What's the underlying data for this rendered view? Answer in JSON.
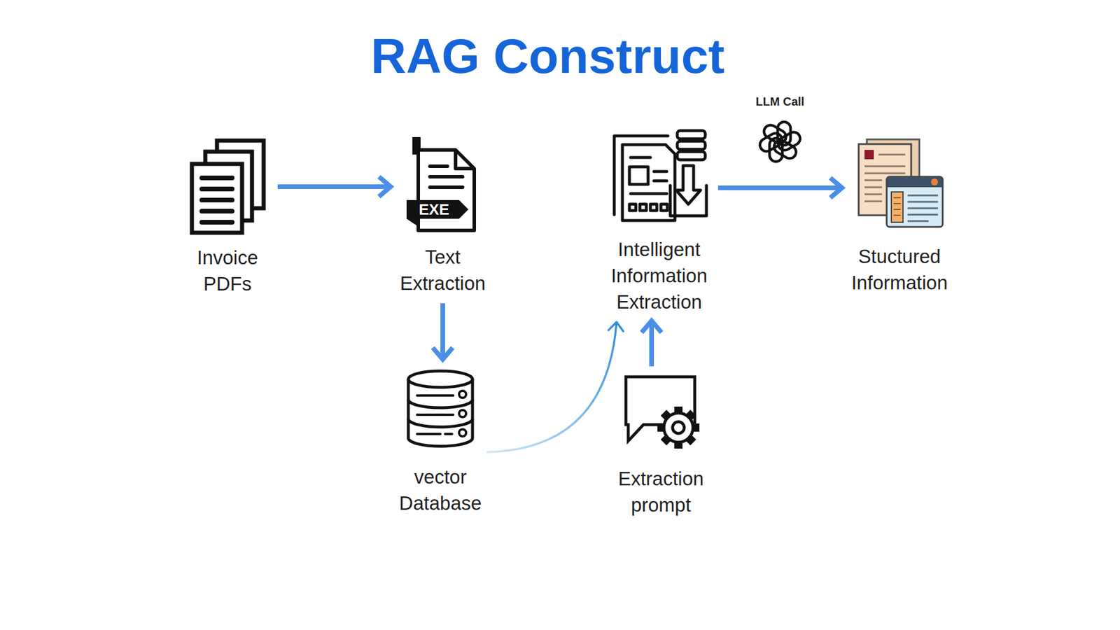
{
  "diagram": {
    "title": "RAG Construct",
    "nodes": [
      {
        "text": [
          "Invoice PDFs"
        ]
      },
      {
        "text": [
          "Text Extraction"
        ]
      },
      {
        "text": [
          "Intelligent Information Extraction"
        ]
      },
      {
        "text": [
          "Stuctured Information"
        ]
      },
      {
        "text": [
          "vector Database"
        ]
      },
      {
        "text": [
          "Extraction prompt"
        ]
      }
    ],
    "edges": [
      {
        "from": 0,
        "to": 1,
        "arrow": "to"
      },
      {
        "from": 1,
        "to": 4,
        "arrow": "to"
      },
      {
        "from": 4,
        "to": 2,
        "arrow": "to"
      },
      {
        "from": 5,
        "to": 2,
        "arrow": "to"
      },
      {
        "from": 2,
        "to": 3,
        "arrow": "to",
        "label": "LLM Call"
      }
    ],
    "labels": [
      "EXE"
    ]
  }
}
